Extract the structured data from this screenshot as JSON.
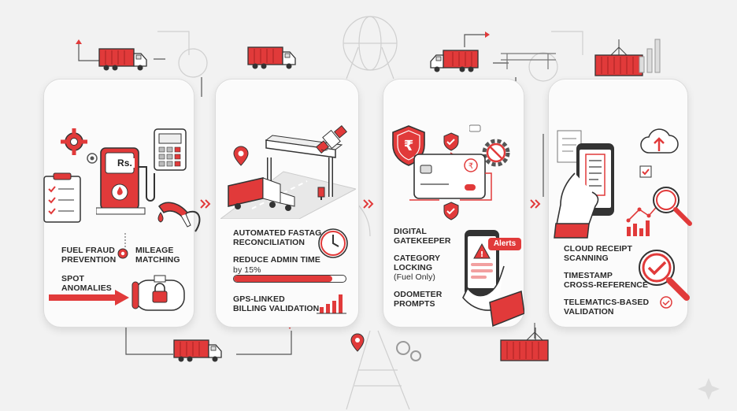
{
  "colors": {
    "accent": "#e13a3a",
    "dark": "#3a3a3a",
    "card": "#fbfbfb",
    "background": "#f2f2f2"
  },
  "panel1": {
    "pump_label": "Rs.",
    "fuel_fraud": "FUEL FRAUD\nPREVENTION",
    "mileage": "MILEAGE\nMATCHING",
    "spot": "SPOT\nANOMALIES",
    "icons": [
      "gear-icon",
      "clipboard-icon",
      "fuel-pump-icon",
      "calculator-icon",
      "fuel-nozzle-icon",
      "fuel-tank-lock-icon"
    ]
  },
  "panel2": {
    "fastag": "AUTOMATED FASTAG\nRECONCILIATION",
    "reduce": "REDUCE ADMIN TIME",
    "reduce_sub": "by 15%",
    "progress": 0.88,
    "gps": "GPS-LINKED\nBILLING VALIDATION",
    "icons": [
      "toll-gate-icon",
      "truck-icon",
      "satellite-icon",
      "clock-icon",
      "bar-chart-icon",
      "location-pin-icon"
    ]
  },
  "panel3": {
    "gatekeeper": "DIGITAL\nGATEKEEPER",
    "category": "CATEGORY\nLOCKING",
    "category_sub": "(Fuel Only)",
    "odometer": "ODOMETER\nPROMPTS",
    "alerts": "Alerts",
    "icons": [
      "rupee-shield-icon",
      "fuel-card-icon",
      "blocked-gear-icon",
      "phone-alert-icon"
    ]
  },
  "panel4": {
    "receipt": "CLOUD RECEIPT\nSCANNING",
    "timestamp": "TIMESTAMP\nCROSS-REFERENCE",
    "telematics": "TELEMATICS-BASED\nVALIDATION",
    "icons": [
      "phone-receipt-icon",
      "cloud-upload-icon",
      "magnifier-chart-icon",
      "magnifier-check-icon"
    ]
  }
}
